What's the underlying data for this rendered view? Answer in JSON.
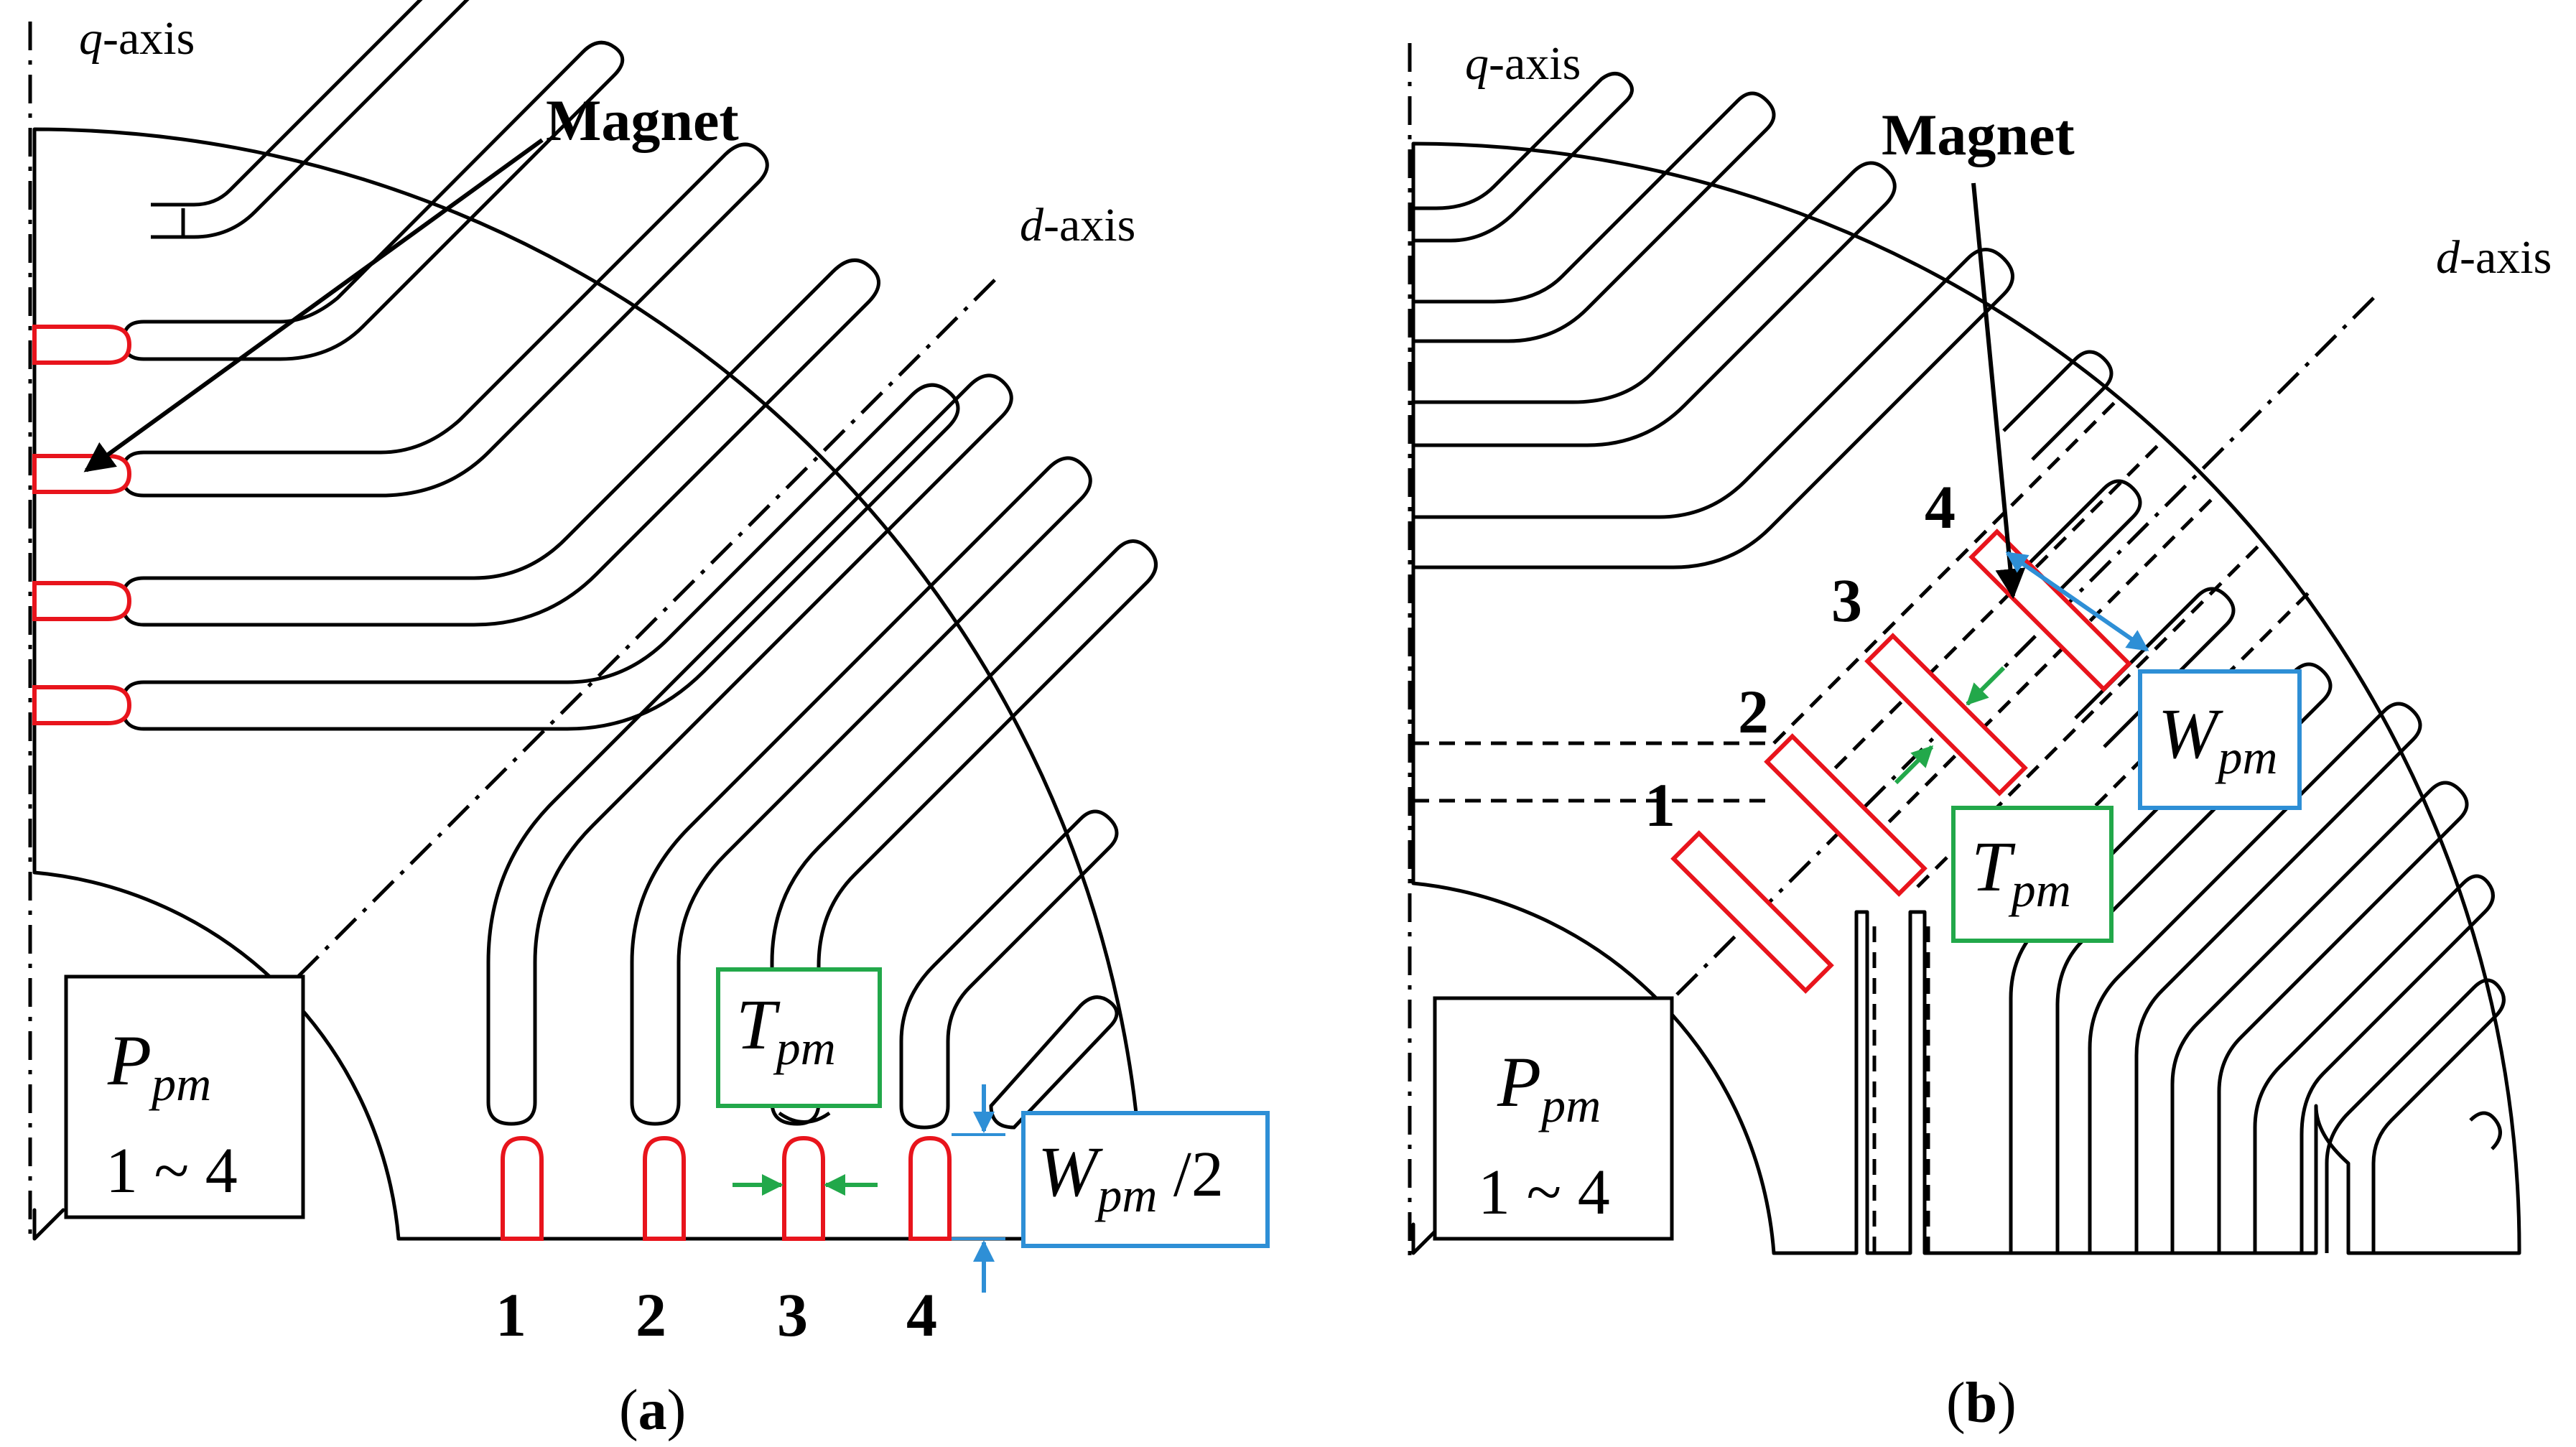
{
  "figure": {
    "panel_a": {
      "q_axis_var": "q",
      "q_axis_suffix": "-axis",
      "d_axis_var": "d",
      "d_axis_suffix": "-axis",
      "magnet_label": "Magnet",
      "ppm_symbol": "P",
      "ppm_subscript": "pm",
      "ppm_range": "1 ~ 4",
      "tpm_symbol": "T",
      "tpm_subscript": "pm",
      "wpm_symbol": "W",
      "wpm_subscript": "pm",
      "wpm_suffix": " /2",
      "positions": [
        "1",
        "2",
        "3",
        "4"
      ],
      "caption_open": "(",
      "caption_letter": "a",
      "caption_close": ")"
    },
    "panel_b": {
      "q_axis_var": "q",
      "q_axis_suffix": "-axis",
      "d_axis_var": "d",
      "d_axis_suffix": "-axis",
      "magnet_label": "Magnet",
      "ppm_symbol": "P",
      "ppm_subscript": "pm",
      "ppm_range": "1 ~ 4",
      "tpm_symbol": "T",
      "tpm_subscript": "pm",
      "wpm_symbol": "W",
      "wpm_subscript": "pm",
      "positions": [
        "1",
        "2",
        "3",
        "4"
      ],
      "caption_open": "(",
      "caption_letter": "b",
      "caption_close": ")"
    },
    "colors": {
      "magnet": "#e8141c",
      "tpm_indicator": "#22a84a",
      "wpm_indicator": "#2e8fd6",
      "outline": "#000000"
    }
  }
}
